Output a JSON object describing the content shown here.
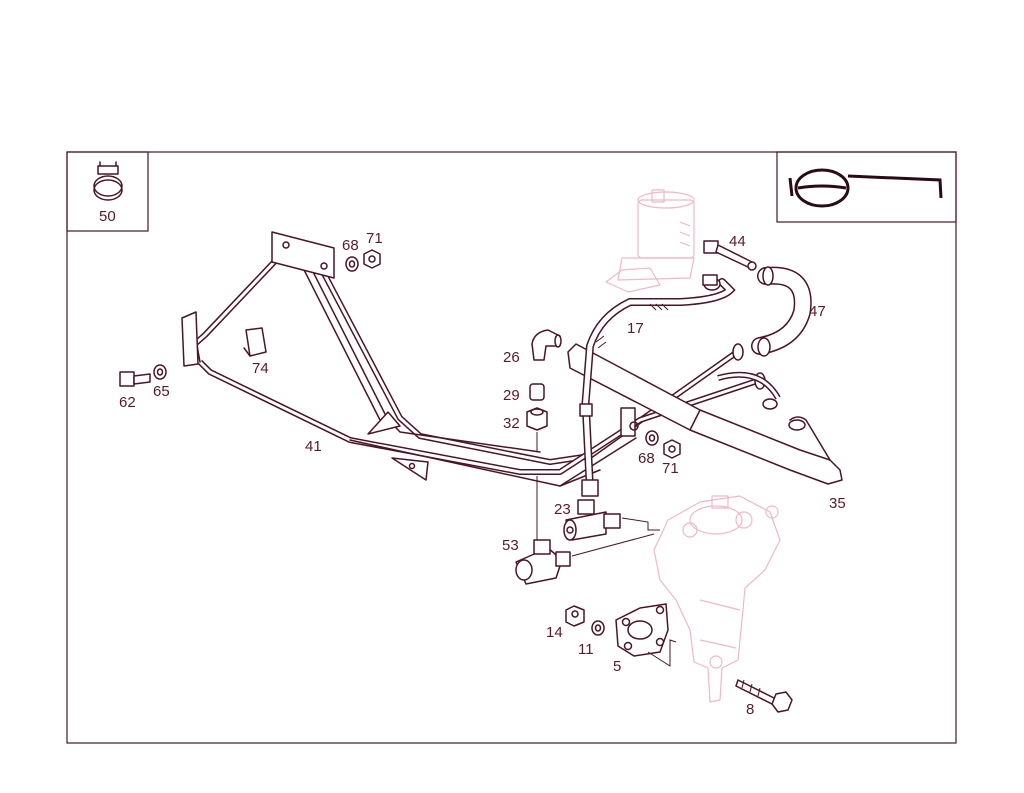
{
  "diagram": {
    "colors": {
      "ink": "#4a1525",
      "ghost": "#f0b8c4",
      "label": "#5a1a2a",
      "background": "#ffffff"
    },
    "corner_insets": {
      "top_left": {
        "label": "50",
        "icon": "hose-clamp-icon"
      },
      "top_right": {
        "icon": "steering-wheel-icon"
      }
    },
    "callouts": {
      "c41": "41",
      "c74": "74",
      "c62": "62",
      "c65": "65",
      "c68a": "68",
      "c71a": "71",
      "c26": "26",
      "c29": "29",
      "c32": "32",
      "c23": "23",
      "c53": "53",
      "c14": "14",
      "c11": "11",
      "c5": "5",
      "c44": "44",
      "c17": "17",
      "c47": "47",
      "c68b": "68",
      "c71b": "71",
      "c35": "35",
      "c8": "8"
    }
  }
}
